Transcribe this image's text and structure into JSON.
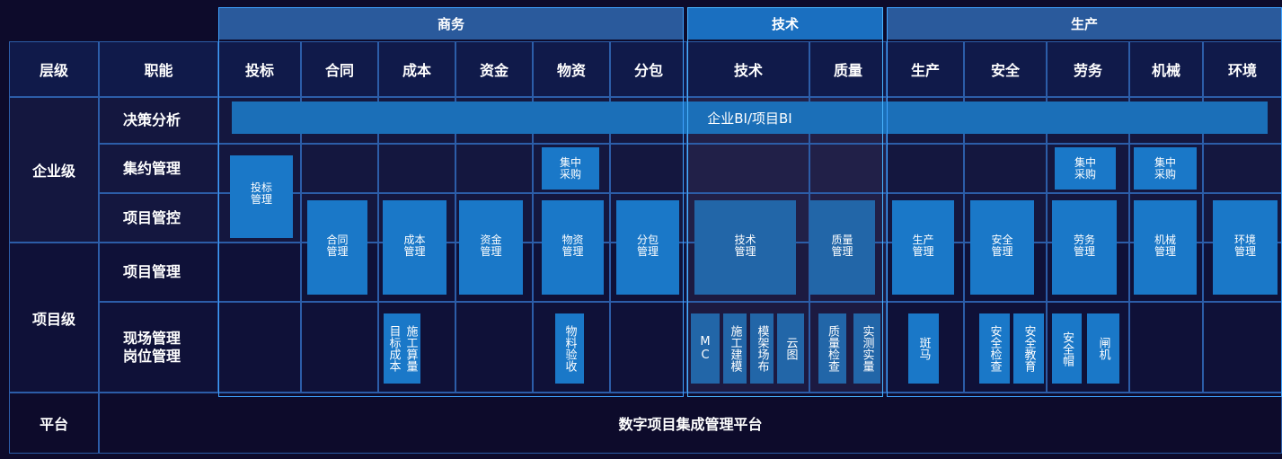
{
  "groups": [
    {
      "label": "商务"
    },
    {
      "label": "技术"
    },
    {
      "label": "生产"
    }
  ],
  "header": {
    "level": "层级",
    "func": "职能",
    "columns": [
      "投标",
      "合同",
      "成本",
      "资金",
      "物资",
      "分包",
      "技术",
      "质量",
      "生产",
      "安全",
      "劳务",
      "机械",
      "环境"
    ]
  },
  "levels": {
    "enterprise": "企业级",
    "project": "项目级",
    "platform": "平台"
  },
  "rows": [
    "决策分析",
    "集约管理",
    "项目管控",
    "项目管理",
    "现场管理\n岗位管理"
  ],
  "bi_label": "企业BI/项目BI",
  "mgmt_boxes": [
    {
      "label": "投标\n管理"
    },
    {
      "label": "合同\n管理"
    },
    {
      "label": "成本\n管理"
    },
    {
      "label": "资金\n管理"
    },
    {
      "label": "物资\n管理"
    },
    {
      "label": "分包\n管理"
    },
    {
      "label": "技术\n管理"
    },
    {
      "label": "质量\n管理"
    },
    {
      "label": "生产\n管理"
    },
    {
      "label": "安全\n管理"
    },
    {
      "label": "劳务\n管理"
    },
    {
      "label": "机械\n管理"
    },
    {
      "label": "环境\n管理"
    }
  ],
  "central_purchase": [
    {
      "label": "集中\n采购"
    },
    {
      "label": "集中\n采购"
    },
    {
      "label": "集中\n采购"
    }
  ],
  "field_apps": [
    {
      "label": "目标成本"
    },
    {
      "label": "施工算量"
    },
    {
      "label": "物料验收"
    },
    {
      "label": "MC"
    },
    {
      "label": "施工建模"
    },
    {
      "label": "模架场布"
    },
    {
      "label": "云图"
    },
    {
      "label": "质量检查"
    },
    {
      "label": "实测实量"
    },
    {
      "label": "斑马"
    },
    {
      "label": "安全检查"
    },
    {
      "label": "安全教育"
    },
    {
      "label": "安全帽"
    },
    {
      "label": "闸机"
    }
  ],
  "platform_label": "数字项目集成管理平台",
  "colors": {
    "bg": "#0d0b2b",
    "grid_line": "#2c5da8",
    "group_header": "#2a5a9c",
    "tech_header": "#1a6fc0",
    "box": "#1a78c8",
    "tech_section": "#2b1d3a"
  }
}
